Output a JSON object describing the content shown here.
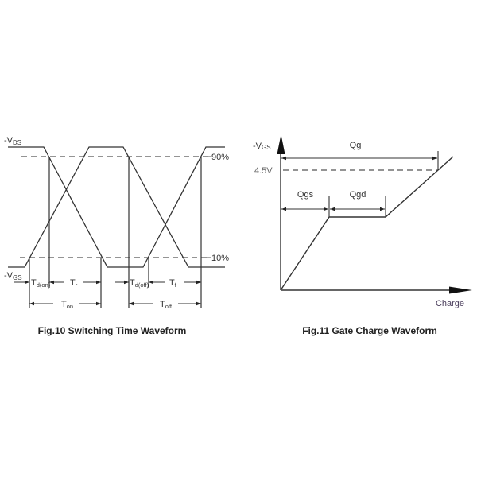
{
  "fig10": {
    "caption": "Fig.10 Switching Time Waveform",
    "vds_label_prefix": "-V",
    "vds_label_sub": "DS",
    "vgs_label_prefix": "-V",
    "vgs_label_sub": "GS",
    "level_90": "90%",
    "level_10": "10%",
    "td_on_main": "T",
    "td_on_sub": "d(on)",
    "tr_main": "T",
    "tr_sub": "r",
    "ton_main": "T",
    "ton_sub": "on",
    "td_off_main": "T",
    "td_off_sub": "d(off)",
    "tf_main": "T",
    "tf_sub": "f",
    "toff_main": "T",
    "toff_sub": "off"
  },
  "fig11": {
    "caption": "Fig.11 Gate Charge Waveform",
    "y_axis_prefix": "-V",
    "y_axis_sub": "GS",
    "x_axis_label": "Charge",
    "threshold_label": "4.5V",
    "qg_label": "Qg",
    "qgs_label": "Qgs",
    "qgd_label": "Qgd"
  },
  "colors": {
    "line": "#333333",
    "dashed": "#555555",
    "axis": "#111111"
  }
}
